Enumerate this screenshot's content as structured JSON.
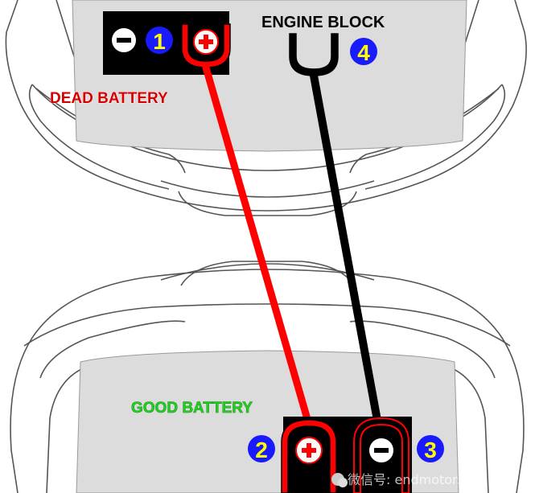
{
  "labels": {
    "dead_battery": "DEAD BATTERY",
    "good_battery": "GOOD BATTERY",
    "engine_block": "ENGINE BLOCK"
  },
  "steps": {
    "step1": "1",
    "step2": "2",
    "step3": "3",
    "step4": "4"
  },
  "terminals": {
    "negative": "−",
    "positive": "+"
  },
  "watermark": {
    "text": "微信号: endmotors"
  },
  "colors": {
    "positive_cable": "#ff0000",
    "negative_cable": "#000000",
    "step_badge": "#1a1aff",
    "step_number": "#ffff00",
    "dead_label": "#d40000",
    "good_label": "#22cc22",
    "battery_area": "#dcdcdc"
  }
}
